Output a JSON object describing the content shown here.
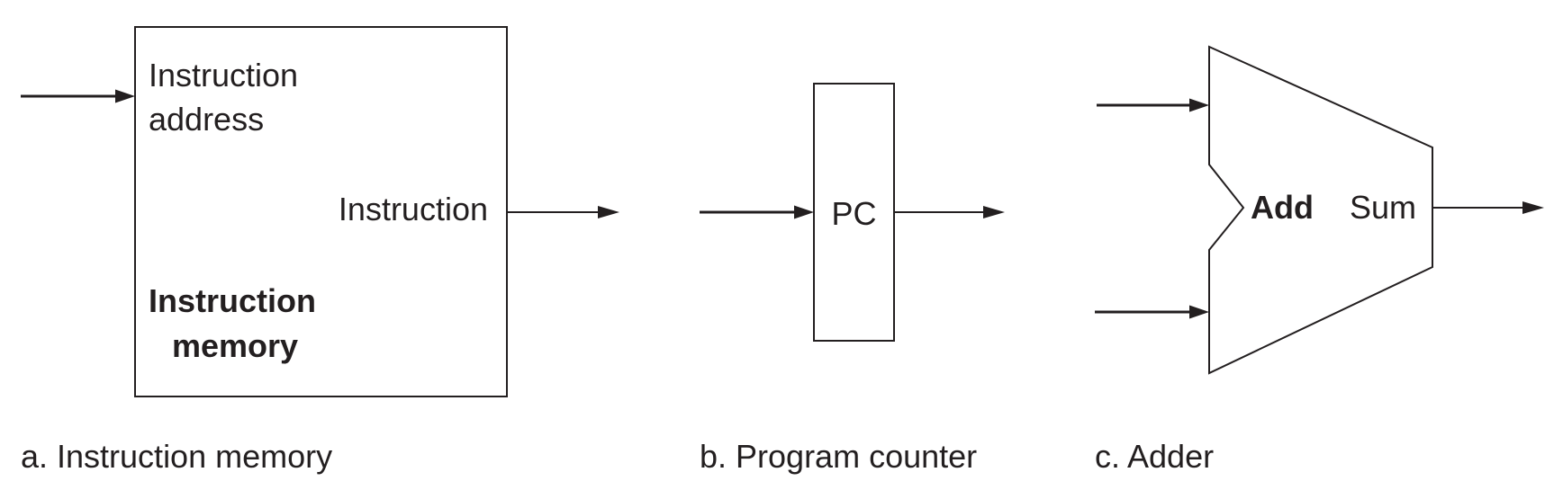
{
  "instruction_memory": {
    "input_label_line1": "Instruction",
    "input_label_line2": "address",
    "output_label": "Instruction",
    "name_line1": "Instruction",
    "name_line2": "memory",
    "caption": "a. Instruction memory"
  },
  "program_counter": {
    "name": "PC",
    "caption": "b. Program counter"
  },
  "adder": {
    "name": "Add",
    "output_label": "Sum",
    "caption": "c. Adder"
  }
}
